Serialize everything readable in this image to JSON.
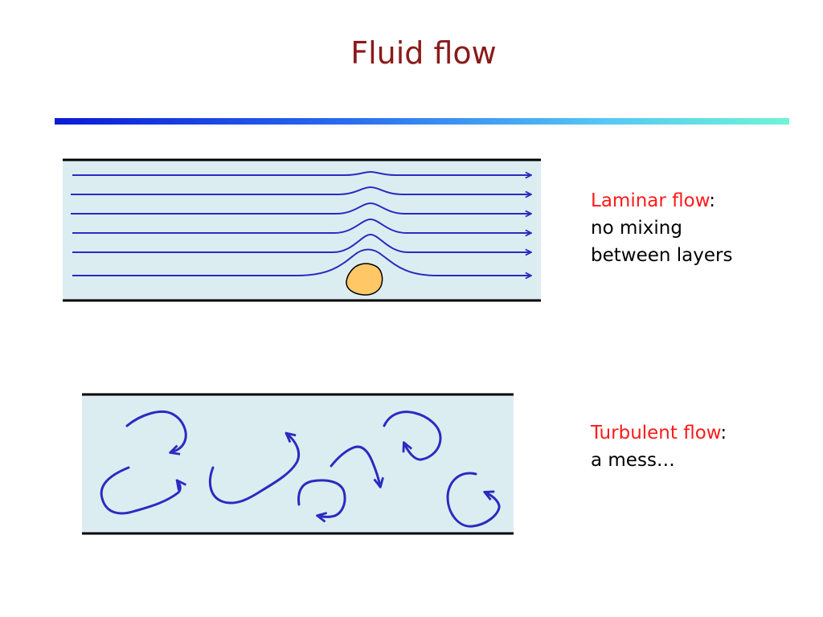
{
  "slide": {
    "title": "Fluid flow"
  },
  "colors": {
    "title": "#8b1a1a",
    "term": "#ff1a1a",
    "channel_fill": "#dcedf2",
    "wall": "#000000",
    "streamline": "#2b2bc0",
    "obstacle": "#ffc766"
  },
  "icons": {
    "obstacle": "yellow-rock",
    "flow_arrows": "arrowhead"
  },
  "laminar": {
    "term": "Laminar flow",
    "colon": ":",
    "line1": "no mixing",
    "line2": "between layers"
  },
  "turbulent": {
    "term": "Turbulent flow",
    "colon": ":",
    "line1": "a mess…"
  }
}
